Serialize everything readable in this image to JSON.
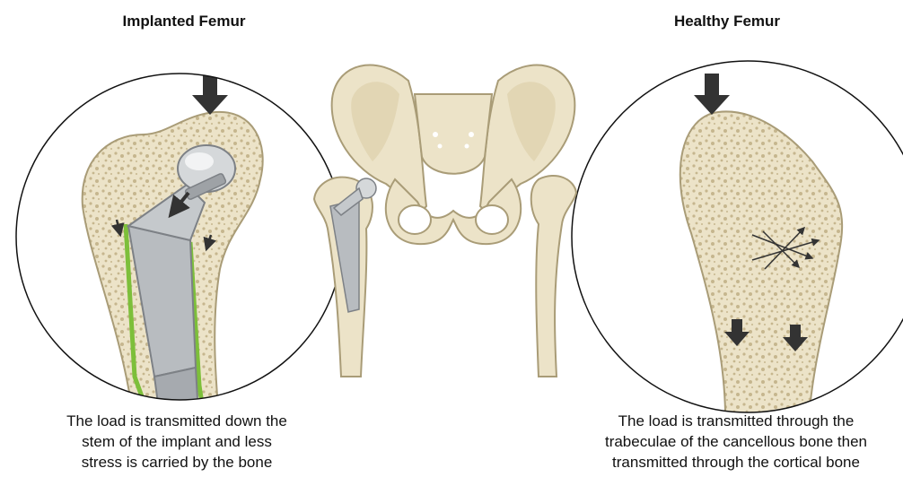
{
  "panels": {
    "left": {
      "title": "Implanted Femur",
      "caption": "The load is transmitted down the\nstem of the implant and less\nstress is carried by the bone"
    },
    "right": {
      "title": "Healthy Femur",
      "caption": "The load is transmitted through the\ntrabeculae of the cancellous bone then\ntransmitted through the cortical bone"
    }
  },
  "colors": {
    "bone_fill": "#ece3c8",
    "bone_outline": "#a99c77",
    "bone_speckle": "#c6b68e",
    "implant_metal": "#b8bcc0",
    "implant_dark": "#7d8186",
    "cement_green": "#7dbf3a",
    "arrow": "#333333"
  }
}
